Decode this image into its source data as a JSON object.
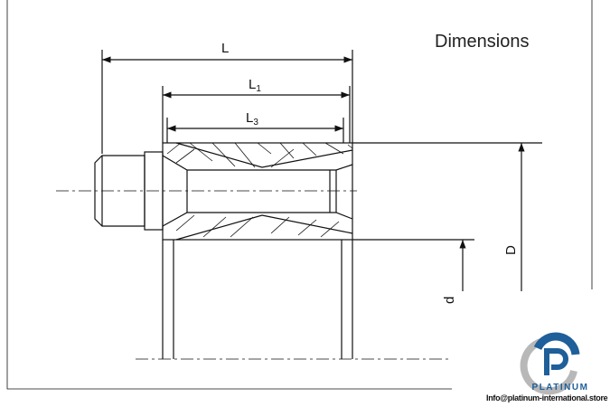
{
  "title": "Dimensions",
  "labels": {
    "L": "L",
    "L1": "L",
    "L1_sub": "1",
    "L3": "L",
    "L3_sub": "3",
    "D": "D",
    "d": "d"
  },
  "brand": {
    "name": "PLATINUM",
    "email": "Info@platinum-international.store",
    "colors": {
      "blue": "#1f5f9a",
      "gray": "#b8b8b8"
    }
  }
}
